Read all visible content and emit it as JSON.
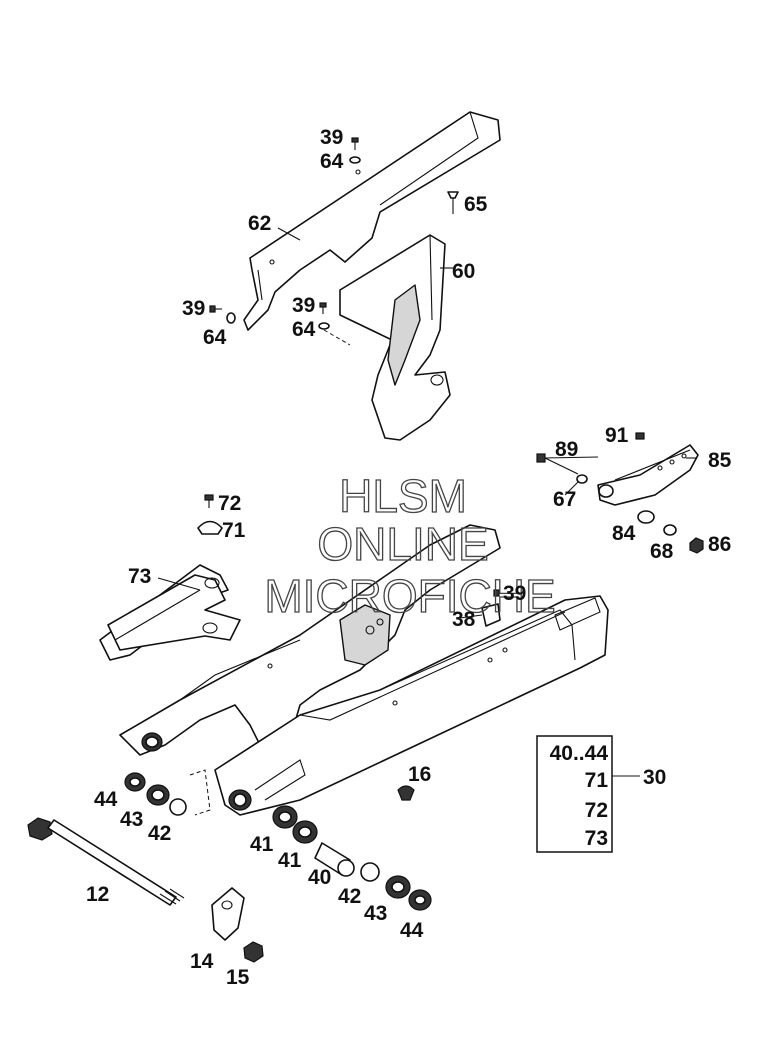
{
  "watermark": [
    "HLSM",
    "ONLINE",
    "MICROFICHE"
  ],
  "callouts": {
    "c39a": "39",
    "c64a": "64",
    "c65": "65",
    "c62": "62",
    "c60": "60",
    "c39b": "39",
    "c64b": "64",
    "c39c": "39",
    "c64c": "64",
    "c89": "89",
    "c91": "91",
    "c85": "85",
    "c67": "67",
    "c84": "84",
    "c68": "68",
    "c86": "86",
    "c72": "72",
    "c71": "71",
    "c73": "73",
    "c39d": "39",
    "c38": "38",
    "c16": "16",
    "c44a": "44",
    "c43a": "43",
    "c42a": "42",
    "c12": "12",
    "c14": "14",
    "c15": "15",
    "c41a": "41",
    "c41b": "41",
    "c40": "40",
    "c42b": "42",
    "c43b": "43",
    "c44b": "44"
  },
  "kit_box": {
    "items": [
      "40..44",
      "71",
      "72",
      "73"
    ],
    "ref": "30"
  }
}
